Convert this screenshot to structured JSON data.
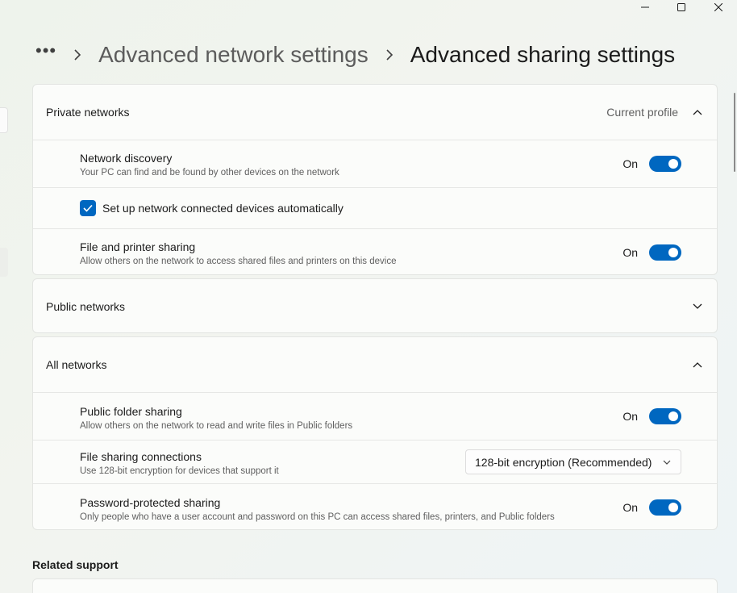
{
  "breadcrumb": {
    "overflow": "•••",
    "parent": "Advanced network settings",
    "current": "Advanced sharing settings"
  },
  "private": {
    "title": "Private networks",
    "status": "Current profile",
    "network_discovery": {
      "title": "Network discovery",
      "desc": "Your PC can find and be found by other devices on the network",
      "state": "On"
    },
    "auto_setup": {
      "label": "Set up network connected devices automatically",
      "checked": true
    },
    "file_printer": {
      "title": "File and printer sharing",
      "desc": "Allow others on the network to access shared files and printers on this device",
      "state": "On"
    }
  },
  "public": {
    "title": "Public networks"
  },
  "all": {
    "title": "All networks",
    "public_folder": {
      "title": "Public folder sharing",
      "desc": "Allow others on the network to read and write files in Public folders",
      "state": "On"
    },
    "file_sharing_connections": {
      "title": "File sharing connections",
      "desc": "Use 128-bit encryption for devices that support it",
      "selected": "128-bit encryption (Recommended)"
    },
    "password_protected": {
      "title": "Password-protected sharing",
      "desc": "Only people who have a user account and password on this PC can access shared files, printers, and Public folders",
      "state": "On"
    }
  },
  "related_support": {
    "title": "Related support"
  },
  "colors": {
    "accent": "#0067c0"
  }
}
